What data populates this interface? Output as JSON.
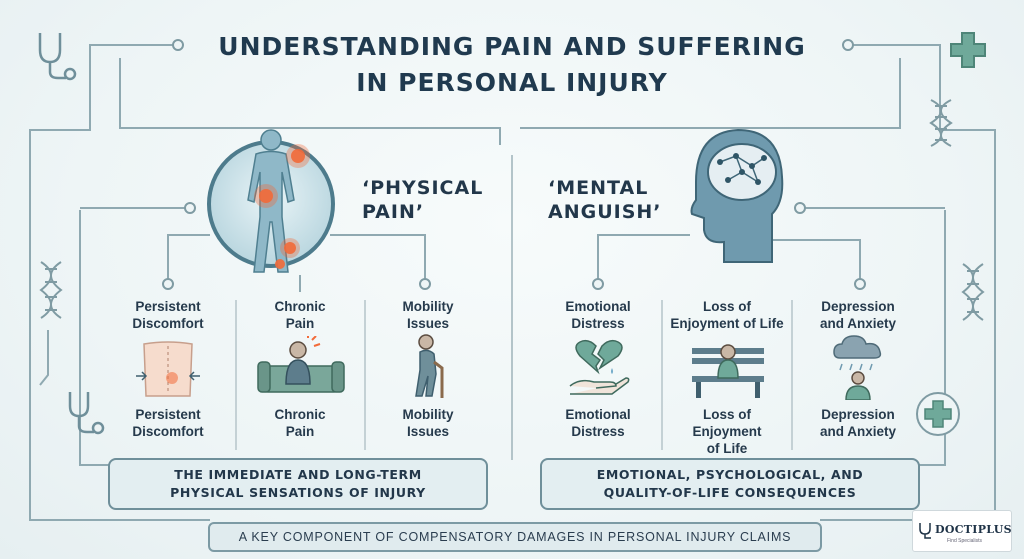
{
  "title": {
    "line1": "UNDERSTANDING PAIN AND SUFFERING",
    "line2": "IN PERSONAL INJURY"
  },
  "physical": {
    "heading_line1": "‘PHYSICAL",
    "heading_line2": "PAIN’",
    "columns": [
      {
        "top_line1": "Persistent",
        "top_line2": "Discomfort",
        "bottom_line1": "Persistent",
        "bottom_line2": "Discomfort",
        "icon": "back-pain-icon"
      },
      {
        "top_line1": "Chronic",
        "top_line2": "Pain",
        "bottom_line1": "Chronic",
        "bottom_line2": "Pain",
        "icon": "person-on-couch-icon"
      },
      {
        "top_line1": "Mobility",
        "top_line2": "Issues",
        "bottom_line1": "Mobility",
        "bottom_line2": "Issues",
        "icon": "person-with-cane-icon"
      }
    ],
    "summary_line1": "THE IMMEDIATE AND LONG-TERM",
    "summary_line2": "PHYSICAL SENSATIONS OF INJURY"
  },
  "mental": {
    "heading_line1": "‘MENTAL",
    "heading_line2": "ANGUISH’",
    "columns": [
      {
        "top_line1": "Emotional",
        "top_line2": "Distress",
        "bottom_line1": "Emotional",
        "bottom_line2": "Distress",
        "icon": "broken-heart-hand-icon"
      },
      {
        "top_line1": "Loss of",
        "top_line2": "Enjoyment of Life",
        "bottom_line1": "Loss of",
        "bottom_line2": "Enjoyment",
        "bottom_line3": "of Life",
        "icon": "person-on-bench-icon"
      },
      {
        "top_line1": "Depression",
        "top_line2": "and Anxiety",
        "bottom_line1": "Depression",
        "bottom_line2": "and Anxiety",
        "icon": "rain-cloud-person-icon"
      }
    ],
    "summary_line1": "EMOTIONAL, PSYCHOLOGICAL, AND",
    "summary_line2": "QUALITY-OF-LIFE CONSEQUENCES"
  },
  "footer": "A KEY COMPONENT OF COMPENSATORY DAMAGES IN PERSONAL INJURY CLAIMS",
  "logo": {
    "name": "DOCTIPLUS",
    "tagline": "Find Specialists"
  },
  "colors": {
    "navy": "#203a4f",
    "teal": "#5f8f9a",
    "pain_orange": "#f26b3a",
    "box_fill": "#e3eef1",
    "cross_green": "#6fa99a"
  }
}
